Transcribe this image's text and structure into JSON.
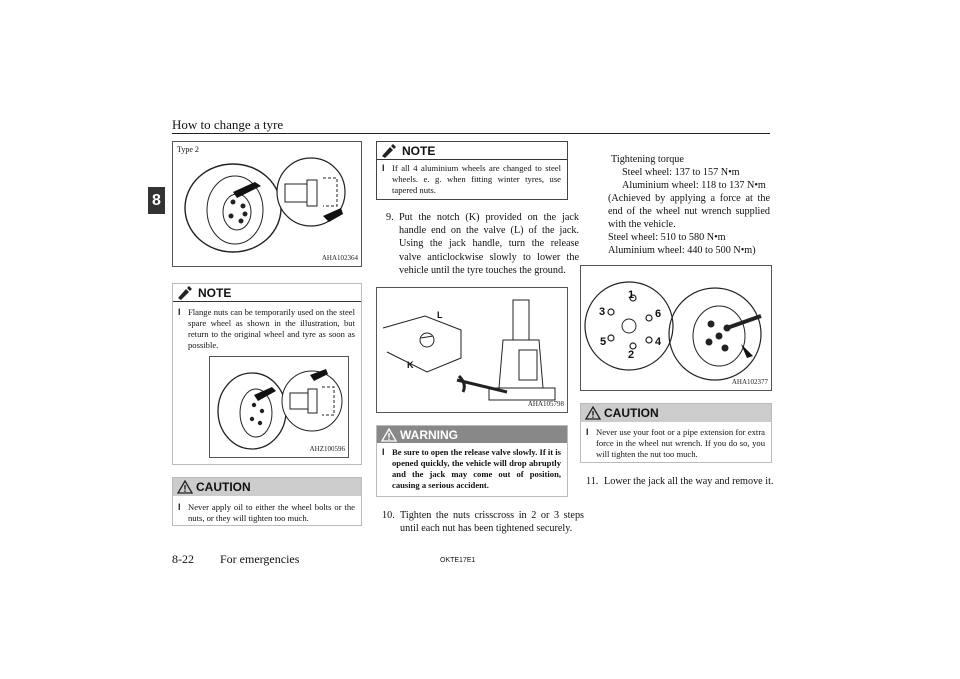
{
  "header": {
    "title": "How to change a tyre",
    "chapter": "8"
  },
  "col1": {
    "fig1": {
      "type_label": "Type 2",
      "code": "AHA102364"
    },
    "note": {
      "heading": "NOTE",
      "text": "Flange nuts can be temporarily used on the steel spare wheel as shown in the illustration, but return to the original wheel and tyre as soon as possible."
    },
    "fig2": {
      "code": "AHZ100596"
    },
    "caution": {
      "heading": "CAUTION",
      "text": "Never apply oil to either the wheel bolts or the nuts, or they will tighten too much."
    }
  },
  "col2": {
    "note": {
      "heading": "NOTE",
      "text": "If all 4 aluminium wheels are changed to steel wheels. e. g. when fitting winter tyres, use tapered nuts."
    },
    "step9": {
      "num": "9.",
      "text": "Put the notch (K) provided on the jack handle end on the valve (L) of the jack. Using the jack handle, turn the release valve anticlockwise slowly to lower the vehicle until the tyre touches the ground."
    },
    "fig3": {
      "code": "AHA105798",
      "label_l": "L",
      "label_k": "K"
    },
    "warning": {
      "heading": "WARNING",
      "text": "Be sure to open the release valve slowly. If it is opened quickly, the vehicle will drop abruptly and the jack may come out of position, causing a serious accident."
    },
    "step10": {
      "num": "10.",
      "text": "Tighten the nuts crisscross in 2 or 3 steps until each nut has been tightened securely."
    }
  },
  "col3": {
    "torque": {
      "title": "Tightening torque",
      "steel": "Steel wheel: 137 to 157 N•m",
      "alu": "Aluminium wheel: 118 to 137 N•m",
      "achieved": "(Achieved by applying a force at the end of the wheel nut wrench supplied with the vehicle.",
      "steel2": "Steel wheel: 510 to 580 N•m",
      "alu2": "Aluminium wheel: 440 to 500 N•m)"
    },
    "fig4": {
      "code": "AHA102377",
      "nums": [
        "1",
        "2",
        "3",
        "4",
        "5",
        "6"
      ]
    },
    "caution": {
      "heading": "CAUTION",
      "text": "Never use your foot or a pipe extension for extra force in the wheel nut wrench. If you do so, you will tighten the nut too much."
    },
    "step11": {
      "num": "11.",
      "text": "Lower the jack all the way and remove it."
    }
  },
  "footer": {
    "page": "8-22",
    "section": "For emergencies",
    "code": "OKTE17E1"
  }
}
